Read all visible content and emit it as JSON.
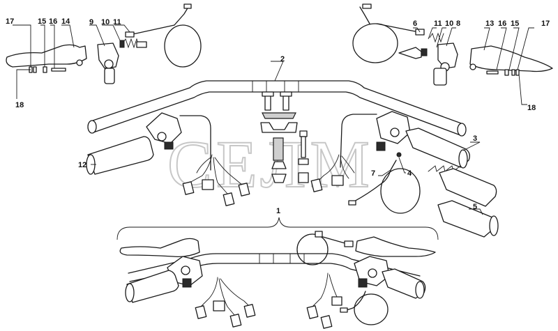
{
  "watermark": "СЕЛМ",
  "labels": {
    "l1": "1",
    "l2": "2",
    "l3": "3",
    "l4": "4",
    "l5": "5",
    "l6": "6",
    "l7": "7",
    "l8": "8",
    "l9": "9",
    "l10a": "10",
    "l11a": "11",
    "l10b": "10",
    "l11b": "11",
    "l12": "12",
    "l13": "13",
    "l14": "14",
    "l15a": "15",
    "l16a": "16",
    "l17a": "17",
    "l18a": "18",
    "l15b": "15",
    "l16b": "16",
    "l17b": "17",
    "l18b": "18"
  }
}
